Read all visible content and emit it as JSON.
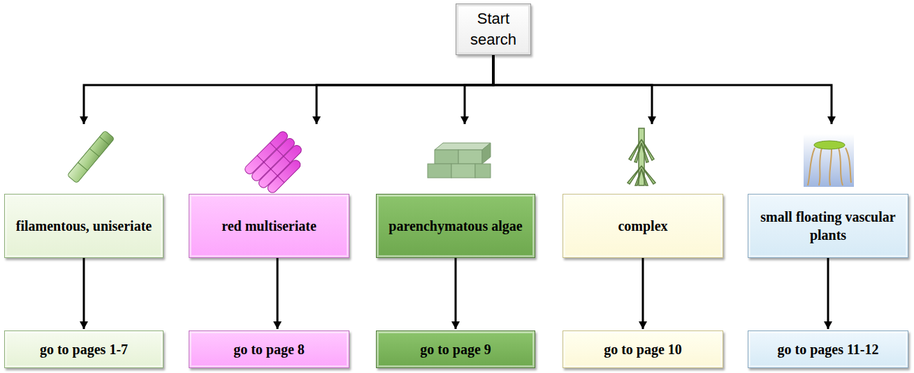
{
  "diagram": {
    "nodes": [
      {
        "text": [
          "Start search"
        ]
      },
      {
        "text": [
          "filamentous, uniseriate"
        ]
      },
      {
        "text": [
          "red multiseriate"
        ]
      },
      {
        "text": [
          "parenchymatous algae"
        ]
      },
      {
        "text": [
          "complex"
        ]
      },
      {
        "text": [
          "small floating vascular plants"
        ]
      },
      {
        "text": [
          "go to pages 1-7"
        ]
      },
      {
        "text": [
          "go to page 8"
        ]
      },
      {
        "text": [
          "go to page 9"
        ]
      },
      {
        "text": [
          "go to page 10"
        ]
      },
      {
        "text": [
          "go to pages 11-12"
        ]
      }
    ],
    "edges": [
      {
        "from": 0,
        "to": 1,
        "arrow": "to"
      },
      {
        "from": 0,
        "to": 2,
        "arrow": "to"
      },
      {
        "from": 0,
        "to": 3,
        "arrow": "to"
      },
      {
        "from": 0,
        "to": 4,
        "arrow": "to"
      },
      {
        "from": 0,
        "to": 5,
        "arrow": "to"
      },
      {
        "from": 1,
        "to": 6,
        "arrow": "to"
      },
      {
        "from": 2,
        "to": 7,
        "arrow": "to"
      },
      {
        "from": 3,
        "to": 8,
        "arrow": "to"
      },
      {
        "from": 4,
        "to": 9,
        "arrow": "to"
      },
      {
        "from": 5,
        "to": 10,
        "arrow": "to"
      }
    ]
  }
}
